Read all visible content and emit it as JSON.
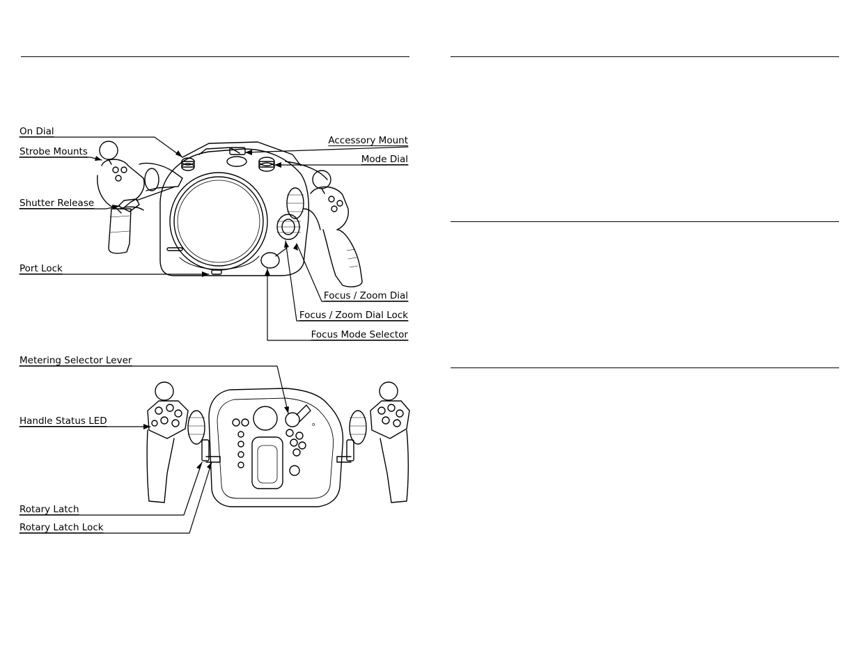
{
  "labels": {
    "on_dial": "On Dial",
    "strobe_mounts": "Strobe Mounts",
    "shutter_release": "Shutter Release",
    "port_lock": "Port Lock",
    "accessory_mount": "Accessory Mount",
    "mode_dial": "Mode Dial",
    "focus_zoom_dial": "Focus / Zoom Dial",
    "focus_zoom_dial_lock": "Focus / Zoom Dial Lock",
    "focus_mode_selector": "Focus Mode Selector",
    "metering_selector_lever": "Metering Selector Lever",
    "handle_status_led": "Handle Status LED",
    "rotary_latch": "Rotary Latch",
    "rotary_latch_lock": "Rotary Latch Lock"
  }
}
